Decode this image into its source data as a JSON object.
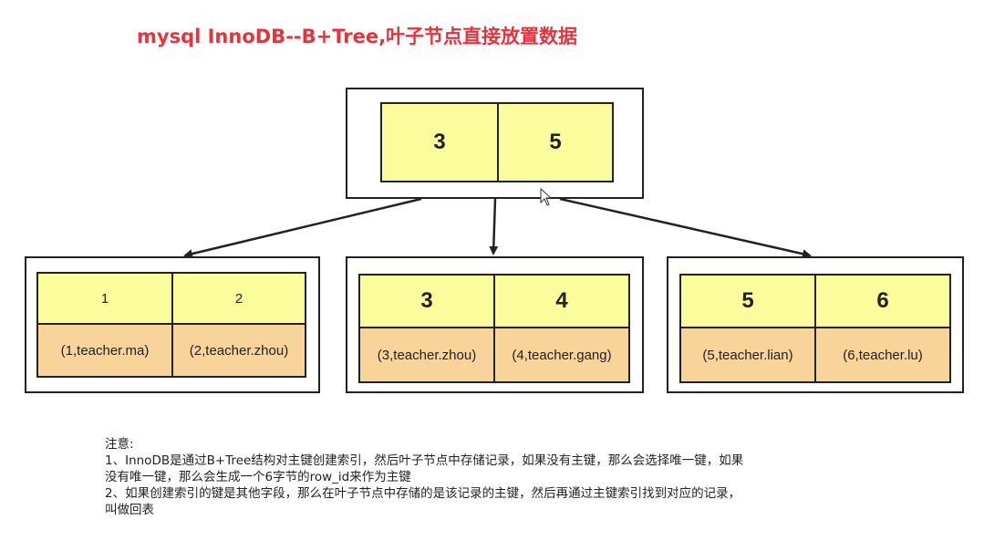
{
  "title": "mysql InnoDB--B+Tree,叶子节点直接放置数据",
  "root": {
    "keys": [
      "3",
      "5"
    ]
  },
  "leaves": [
    {
      "keys": [
        "1",
        "2"
      ],
      "records": [
        "(1,teacher.ma)",
        "(2,teacher.zhou)"
      ]
    },
    {
      "keys": [
        "3",
        "4"
      ],
      "records": [
        "(3,teacher.zhou)",
        "(4,teacher.gang)"
      ]
    },
    {
      "keys": [
        "5",
        "6"
      ],
      "records": [
        "(5,teacher.lian)",
        "(6,teacher.lu)"
      ]
    }
  ],
  "notes": {
    "heading": "注意:",
    "line1": "1、InnoDB是通过B+Tree结构对主键创建索引，然后叶子节点中存储记录，如果没有主键，那么会选择唯一键，如果",
    "line2": "没有唯一键，那么会生成一个6字节的row_id来作为主键",
    "line3": "2、如果创建索引的键是其他字段，那么在叶子节点中存储的是该记录的主键，然后再通过主键索引找到对应的记录，",
    "line4": "叫做回表"
  },
  "colors": {
    "title": "#e8323c",
    "key_fill": "#fbfc9b",
    "record_fill": "#f8d49a",
    "border": "#222222"
  }
}
